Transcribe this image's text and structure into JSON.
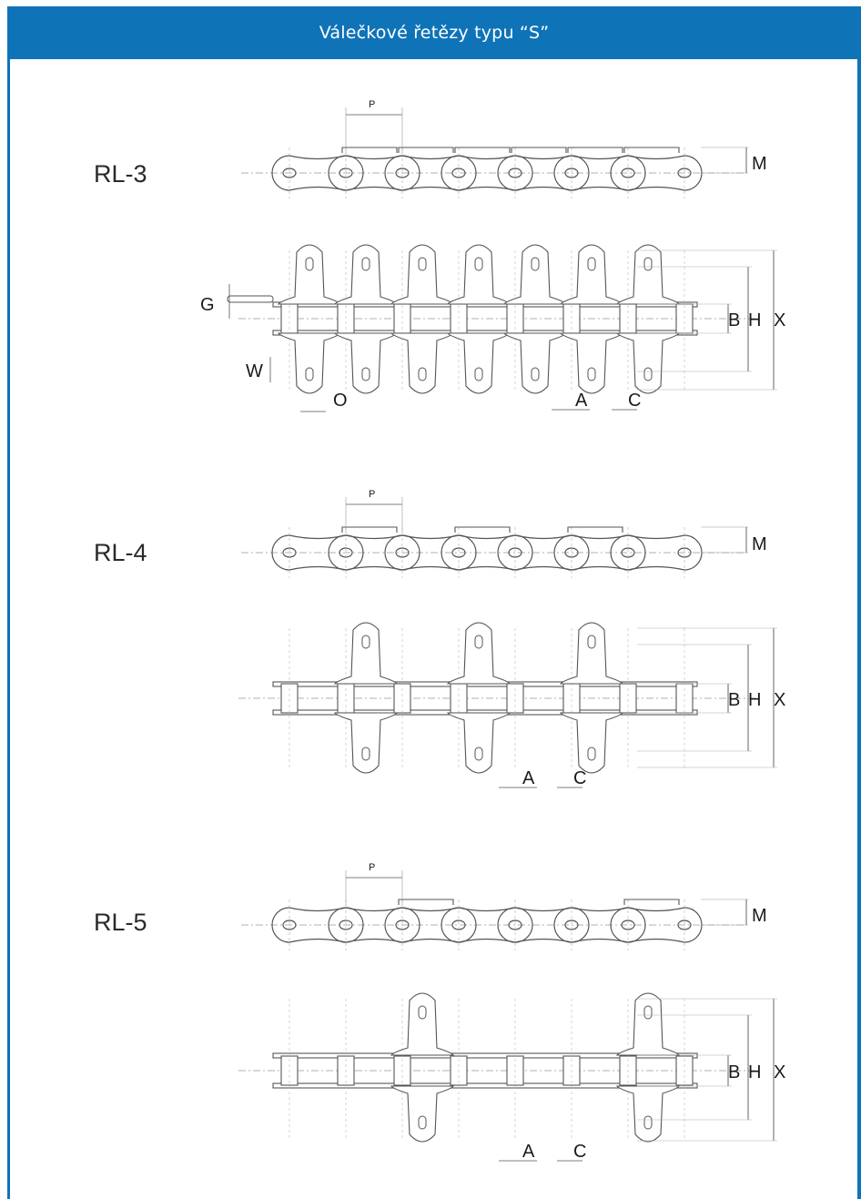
{
  "header": {
    "title": "Válečkové řetězy typu “S”"
  },
  "colors": {
    "accent": "#0f73b8",
    "line": "#555555"
  },
  "diagrams": [
    {
      "model": "RL-3",
      "side_labels": {
        "pitch": "P",
        "height": "M"
      },
      "top_labels": [
        "B",
        "H",
        "X"
      ],
      "detail_labels": {
        "g": "G",
        "w": "W",
        "o": "O",
        "a": "A",
        "c": "C"
      }
    },
    {
      "model": "RL-4",
      "side_labels": {
        "pitch": "P",
        "height": "M"
      },
      "top_labels": [
        "B",
        "H",
        "X"
      ],
      "detail_labels": {
        "a": "A",
        "c": "C"
      }
    },
    {
      "model": "RL-5",
      "side_labels": {
        "pitch": "P",
        "height": "M"
      },
      "top_labels": [
        "B",
        "H",
        "X"
      ],
      "detail_labels": {
        "a": "A",
        "c": "C"
      }
    }
  ]
}
